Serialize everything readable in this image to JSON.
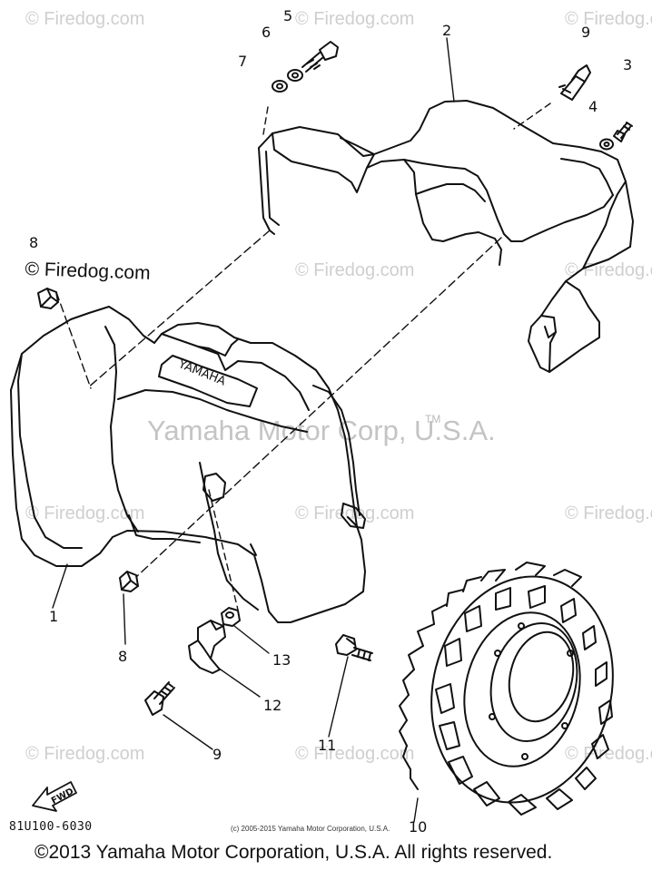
{
  "watermark": {
    "site": "© Firedog.com",
    "center": "Yamaha Motor Corp, U.S.A.",
    "tm": "TM"
  },
  "diagram": {
    "logo_text": "YAMAHA",
    "fwd_text": "FWD",
    "callouts": [
      "1",
      "2",
      "3",
      "4",
      "5",
      "6",
      "7",
      "8",
      "8",
      "9",
      "9",
      "10",
      "11",
      "12",
      "13"
    ],
    "part_code": "81U100-6030"
  },
  "copyright_small": "(c) 2005-2015 Yamaha Motor Corporation, U.S.A.",
  "copyright": "©2013 Yamaha Motor Corporation, U.S.A. All rights reserved."
}
